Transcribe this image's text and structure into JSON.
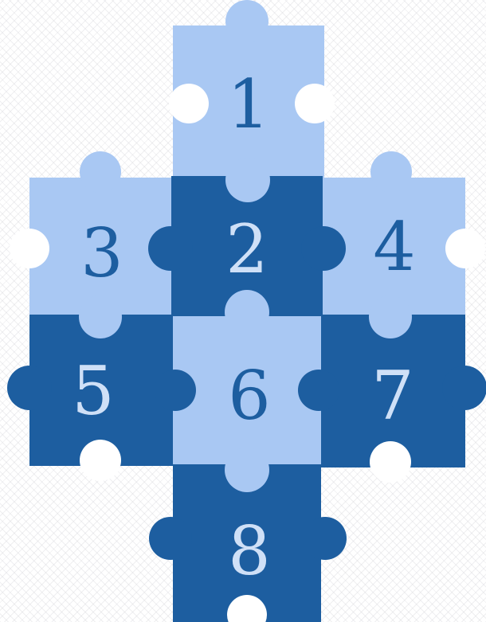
{
  "colors": {
    "light": "#a9c8f3",
    "dark": "#1d5ea0",
    "light_text": "#1d5ea0",
    "dark_text": "#cfe0f7"
  },
  "pieces": [
    {
      "label": "1",
      "shade": "light"
    },
    {
      "label": "2",
      "shade": "dark"
    },
    {
      "label": "3",
      "shade": "light"
    },
    {
      "label": "4",
      "shade": "light"
    },
    {
      "label": "5",
      "shade": "dark"
    },
    {
      "label": "6",
      "shade": "light"
    },
    {
      "label": "7",
      "shade": "dark"
    },
    {
      "label": "8",
      "shade": "dark"
    }
  ]
}
